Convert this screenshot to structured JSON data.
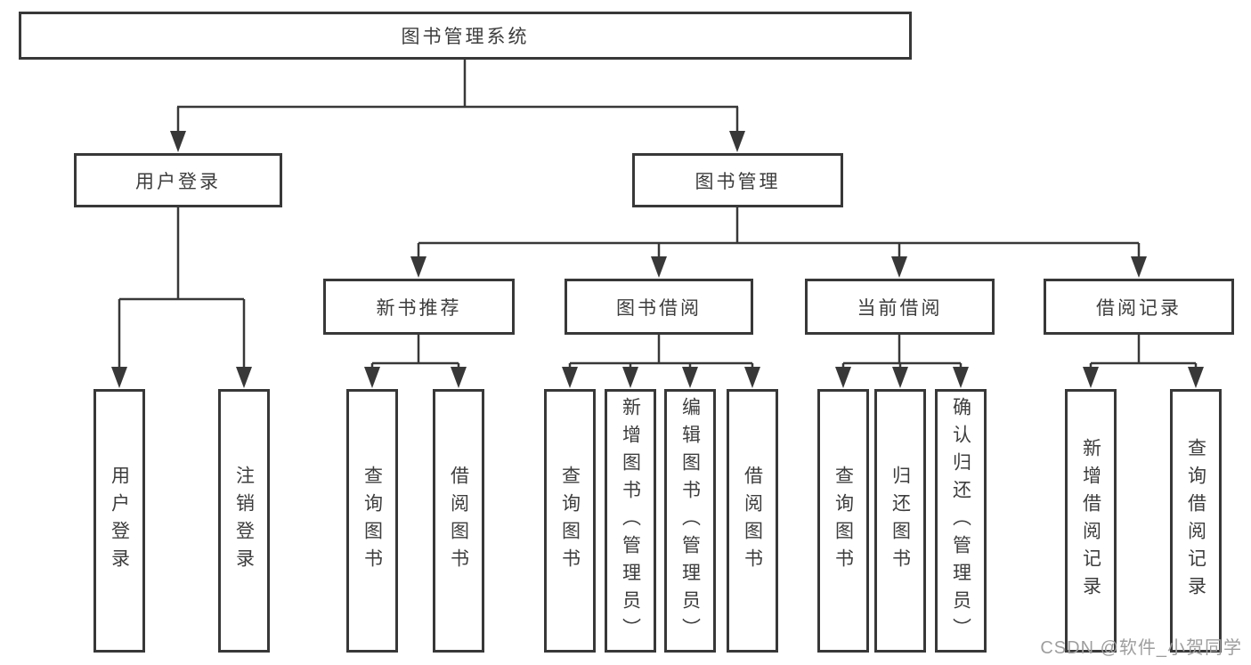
{
  "diagram_title": "图书管理系统",
  "tree": {
    "label": "图书管理系统",
    "children": [
      {
        "label": "用户登录",
        "children": [
          {
            "label": "用户登录"
          },
          {
            "label": "注销登录"
          }
        ]
      },
      {
        "label": "图书管理",
        "children": [
          {
            "label": "新书推荐",
            "children": [
              {
                "label": "查询图书"
              },
              {
                "label": "借阅图书"
              }
            ]
          },
          {
            "label": "图书借阅",
            "children": [
              {
                "label": "查询图书"
              },
              {
                "label": "新增图书（管理员）"
              },
              {
                "label": "编辑图书（管理员）"
              },
              {
                "label": "借阅图书"
              }
            ]
          },
          {
            "label": "当前借阅",
            "children": [
              {
                "label": "查询图书"
              },
              {
                "label": "归还图书"
              },
              {
                "label": "确认归还（管理员）"
              }
            ]
          },
          {
            "label": "借阅记录",
            "children": [
              {
                "label": "新增借阅记录"
              },
              {
                "label": "查询借阅记录"
              }
            ]
          }
        ]
      }
    ]
  },
  "watermark": {
    "text": "CSDN @软件_小贺同学",
    "color": "#9e9e9e"
  },
  "colors": {
    "line": "#383838",
    "box_border": "#383838",
    "text": "#3d3d3d",
    "background": "#ffffff"
  }
}
